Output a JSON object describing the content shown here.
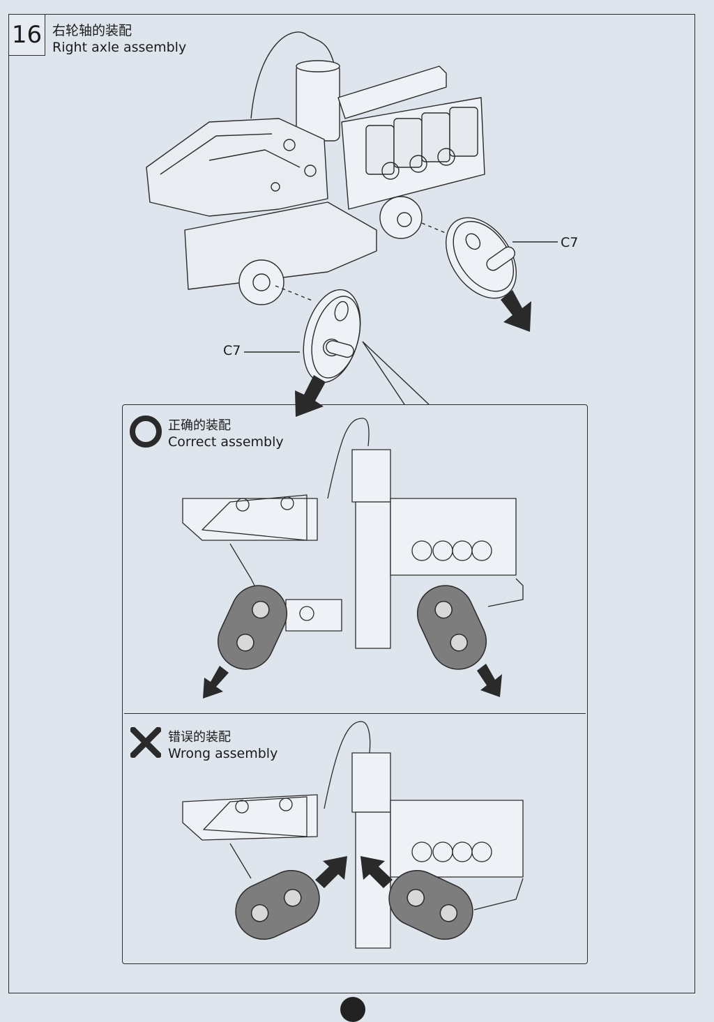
{
  "step": {
    "number": "16",
    "title_cn": "右轮轴的装配",
    "title_en": "Right axle assembly"
  },
  "callouts": {
    "upper_right_part": "C7",
    "upper_left_part": "C7"
  },
  "correct": {
    "label_cn": "正确的装配",
    "label_en": "Correct assembly"
  },
  "wrong": {
    "label_cn": "错误的装配",
    "label_en": "Wrong assembly"
  },
  "colors": {
    "paper": "#dfe5ec",
    "line": "#2a2a2a",
    "wheel_fill": "#7d7d7d"
  },
  "icons": [
    "correct-circle-icon",
    "wrong-cross-icon",
    "arrow-icon"
  ]
}
